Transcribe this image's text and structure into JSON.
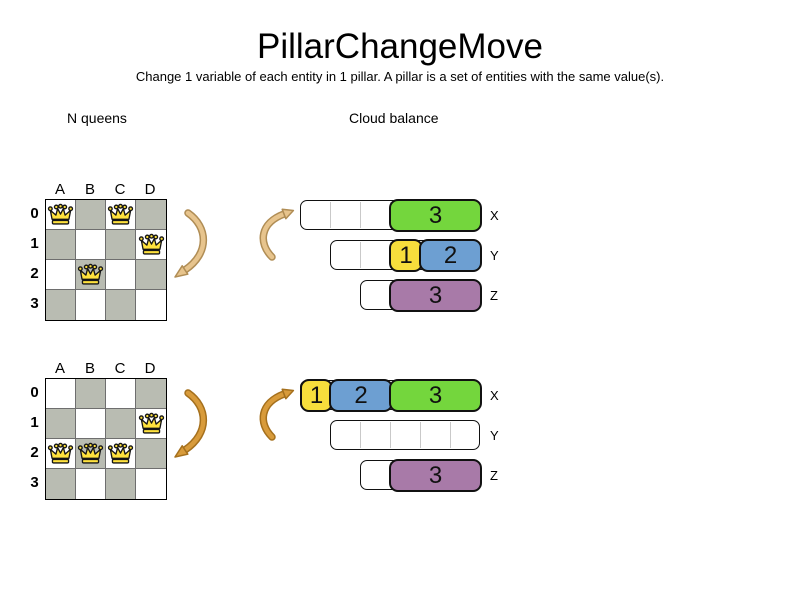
{
  "title": "PillarChangeMove",
  "subtitle": "Change 1 variable of each entity in 1 pillar. A pillar is a set of entities with the same value(s).",
  "sections": {
    "left_label": "N queens",
    "right_label": "Cloud balance"
  },
  "colors": {
    "board_dark_cell": "#b9bcb2",
    "queen": "#ffe23e",
    "green": "#74d63d",
    "yellow": "#f7de3c",
    "blue": "#6d9fd2",
    "purple": "#a87aa8",
    "arrow_light": "#e7c48d",
    "arrow_light_outline": "#b08d55",
    "arrow_dark": "#d89b3b",
    "arrow_dark_outline": "#a5701d"
  },
  "boards": [
    {
      "name": "nqueens-before",
      "columns": [
        "A",
        "B",
        "C",
        "D"
      ],
      "rows": [
        "0",
        "1",
        "2",
        "3"
      ],
      "queens": [
        "A0",
        "C0",
        "D1",
        "B2"
      ]
    },
    {
      "name": "nqueens-after",
      "columns": [
        "A",
        "B",
        "C",
        "D"
      ],
      "rows": [
        "0",
        "1",
        "2",
        "3"
      ],
      "queens": [
        "D1",
        "A2",
        "B2",
        "C2"
      ]
    }
  ],
  "cloud_states": [
    {
      "name": "before",
      "bars": [
        {
          "label": "X",
          "capacity": 6,
          "processes": [
            {
              "value": "3",
              "size": 3,
              "color": "green"
            }
          ]
        },
        {
          "label": "Y",
          "capacity": 5,
          "processes": [
            {
              "value": "1",
              "size": 1,
              "color": "yellow"
            },
            {
              "value": "2",
              "size": 2,
              "color": "blue"
            }
          ]
        },
        {
          "label": "Z",
          "capacity": 4,
          "processes": [
            {
              "value": "3",
              "size": 3,
              "color": "purple"
            }
          ]
        }
      ]
    },
    {
      "name": "after",
      "bars": [
        {
          "label": "X",
          "capacity": 6,
          "processes": [
            {
              "value": "1",
              "size": 1,
              "color": "yellow"
            },
            {
              "value": "2",
              "size": 2,
              "color": "blue"
            },
            {
              "value": "3",
              "size": 3,
              "color": "green"
            }
          ]
        },
        {
          "label": "Y",
          "capacity": 5,
          "processes": []
        },
        {
          "label": "Z",
          "capacity": 4,
          "processes": [
            {
              "value": "3",
              "size": 3,
              "color": "purple"
            }
          ]
        }
      ]
    }
  ]
}
